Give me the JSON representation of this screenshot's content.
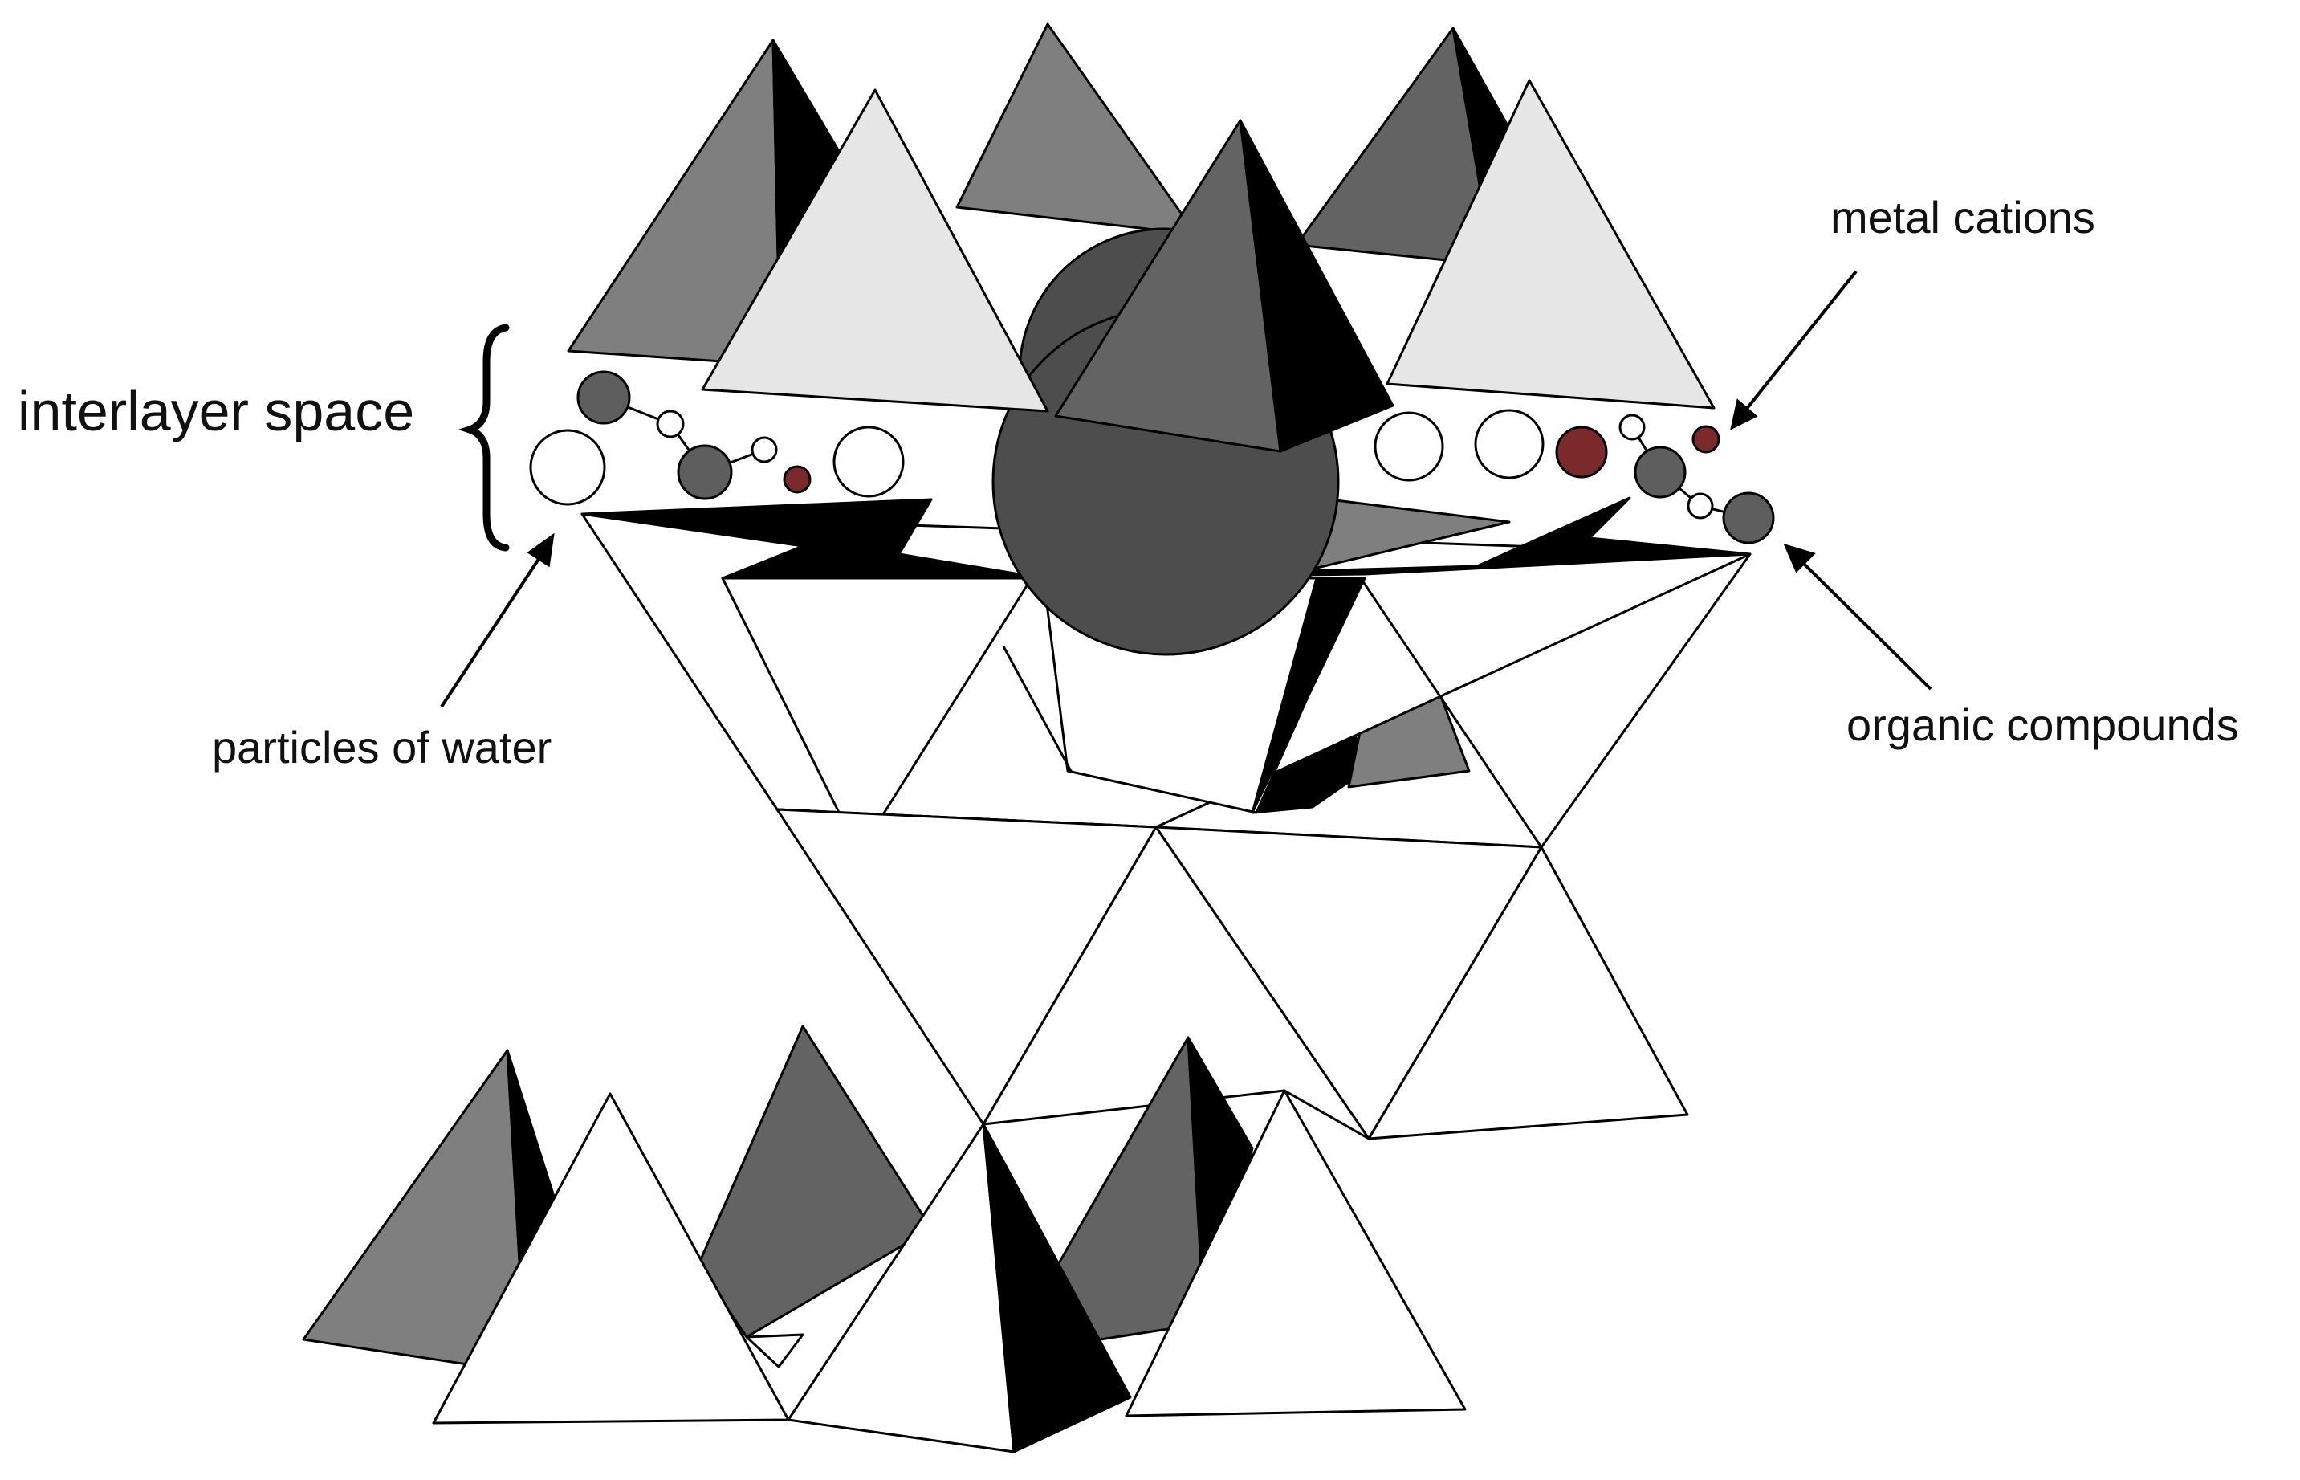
{
  "labels": {
    "interlayer_space": "interlayer space",
    "particles_of_water": "particles of water",
    "metal_cations": "metal cations",
    "organic_compounds": "organic compounds"
  },
  "colors": {
    "background": "#ffffff",
    "outline": "#000000",
    "tetra_light": "#e6e6e6",
    "tetra_mid": "#7f7f7f",
    "tetra_dark": "#636363",
    "tetra_darker": "#4d4d4d",
    "face_black": "#000000",
    "face_white": "#ffffff",
    "metal_cation": "#7a2a2a",
    "organic_atom": "#5e5e5e",
    "water_particle": "#ffffff"
  }
}
